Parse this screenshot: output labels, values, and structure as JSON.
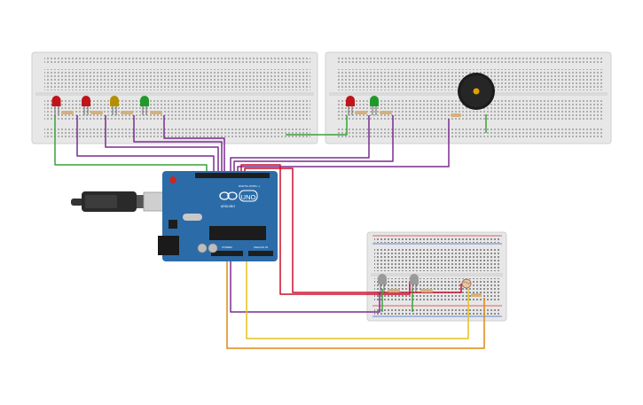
{
  "circuit": {
    "board": {
      "logo_text": "UNO",
      "brand_text": "ARDUINO",
      "digital_label": "DIGITAL (PWM ~)",
      "power_label": "POWER",
      "analog_label": "ANALOG IN"
    },
    "colors": {
      "board": "#2b6ca8",
      "breadboard": "#e7e7e7",
      "wire_red": "#c8102e",
      "wire_green": "#3aa336",
      "wire_purple": "#7a2d8f",
      "wire_yellow": "#e6c21a",
      "wire_orange": "#dd8a10",
      "led_red": "#c0141a",
      "led_green": "#1f9a2a",
      "led_yellow": "#b49000",
      "led_off": "#9a9a9a"
    },
    "components": [
      {
        "name": "led-red-1",
        "kind": "led",
        "color": "red"
      },
      {
        "name": "led-red-2",
        "kind": "led",
        "color": "red"
      },
      {
        "name": "led-yellow-1",
        "kind": "led",
        "color": "yellow"
      },
      {
        "name": "led-green-1",
        "kind": "led",
        "color": "green"
      },
      {
        "name": "led-red-3",
        "kind": "led",
        "color": "red"
      },
      {
        "name": "led-green-2",
        "kind": "led",
        "color": "green"
      },
      {
        "name": "piezo-buzzer",
        "kind": "buzzer"
      },
      {
        "name": "led-gray-1",
        "kind": "led",
        "color": "off"
      },
      {
        "name": "led-gray-2",
        "kind": "led",
        "color": "off"
      },
      {
        "name": "photoresistor",
        "kind": "ldr"
      }
    ]
  }
}
